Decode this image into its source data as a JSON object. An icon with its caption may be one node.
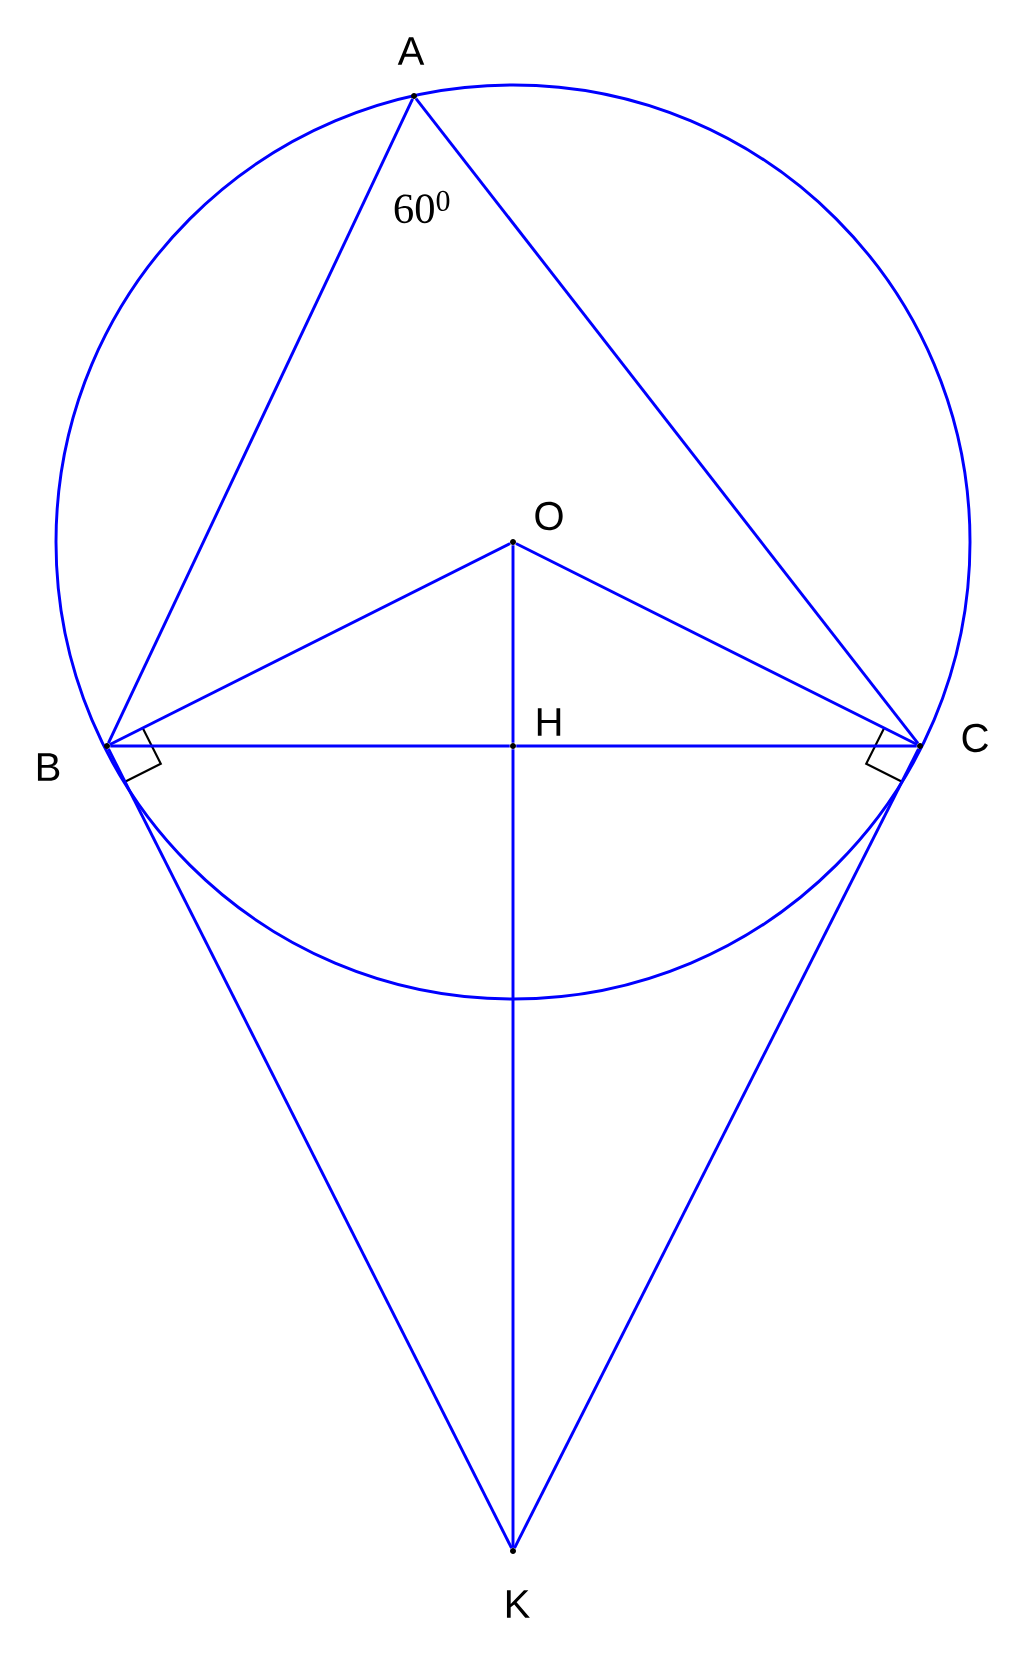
{
  "diagram": {
    "nodes": [
      {
        "text": [
          "A"
        ]
      },
      {
        "text": [
          "O"
        ]
      },
      {
        "text": [
          "H"
        ]
      },
      {
        "text": [
          "B"
        ]
      },
      {
        "text": [
          "C"
        ]
      },
      {
        "text": [
          "K"
        ]
      }
    ],
    "edges": [
      {
        "from": 0,
        "to": 3,
        "arrow": "none"
      },
      {
        "from": 0,
        "to": 4,
        "arrow": "none"
      },
      {
        "from": 1,
        "to": 3,
        "arrow": "none"
      },
      {
        "from": 1,
        "to": 4,
        "arrow": "none"
      },
      {
        "from": 1,
        "to": 2,
        "arrow": "none"
      },
      {
        "from": 3,
        "to": 2,
        "arrow": "none"
      },
      {
        "from": 2,
        "to": 4,
        "arrow": "none"
      },
      {
        "from": 2,
        "to": 5,
        "arrow": "none"
      },
      {
        "from": 3,
        "to": 5,
        "arrow": "none"
      },
      {
        "from": 4,
        "to": 5,
        "arrow": "none"
      }
    ],
    "labels": [
      "60$^{0}$"
    ]
  }
}
